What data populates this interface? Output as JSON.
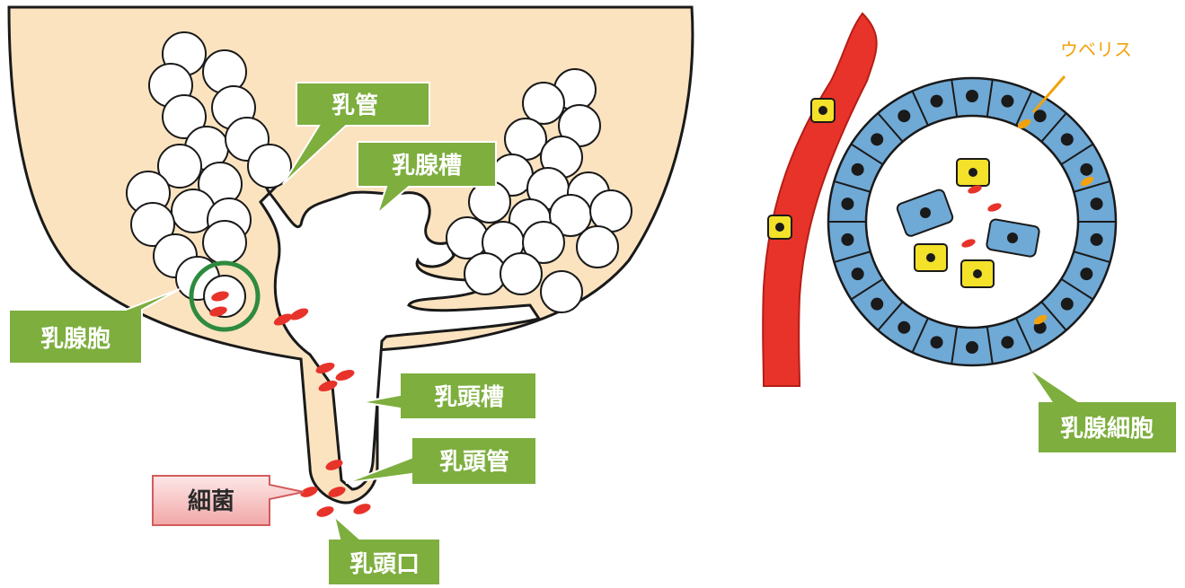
{
  "labels": {
    "nyukan": "乳管",
    "nyusensou": "乳腺槽",
    "nyusenhou": "乳腺胞",
    "nyutousou": "乳頭槽",
    "nyutoukan": "乳頭管",
    "saikin": "細菌",
    "nyutoukou": "乳頭口",
    "uberisu": "ウベリス",
    "nyusensaibou": "乳腺細胞"
  },
  "colors": {
    "udder_fill": "#fbe3c0",
    "callout_green": "#7dae3e",
    "callout_pink": "#f6c8c8",
    "bacteria_red": "#e8332a",
    "cell_blue": "#6fa9d6",
    "blood_vessel": "#e8332a",
    "immune_yellow": "#f3e12a",
    "uberis_orange": "#f2a20c",
    "highlight_circle": "#2e8b3e"
  }
}
